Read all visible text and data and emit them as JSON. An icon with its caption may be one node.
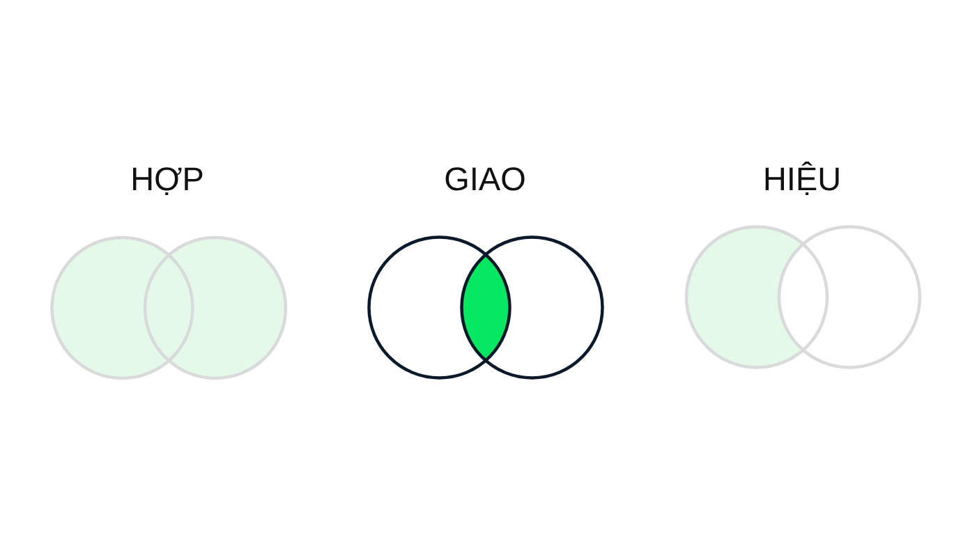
{
  "diagram": {
    "labels": [
      "HỢP",
      "GIAO",
      "HIỆU"
    ]
  }
}
